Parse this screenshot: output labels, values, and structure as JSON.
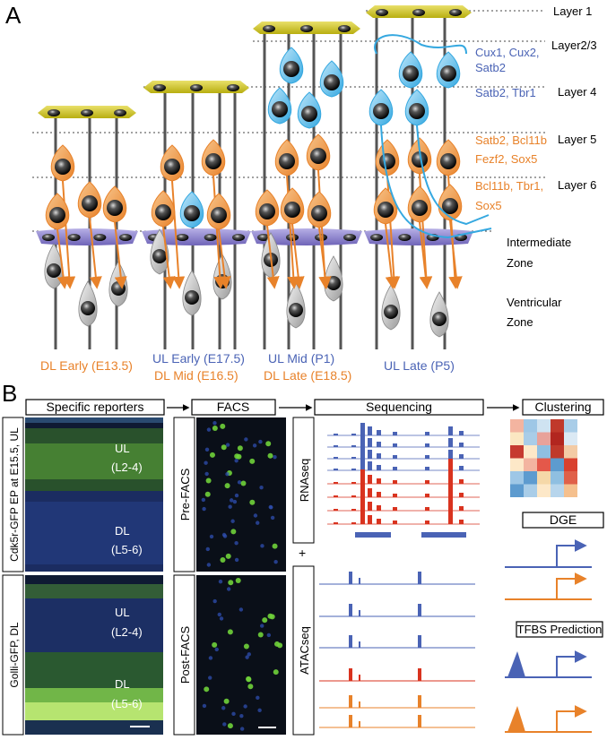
{
  "panel_a": {
    "panel_letter": "A",
    "layers": [
      "Layer 1",
      "Layer2/3",
      "Layer 4",
      "Layer 5",
      "Layer 6"
    ],
    "markers": {
      "l23": [
        "Cux1, Cux2,",
        "Satb2"
      ],
      "l4": [
        "Satb2, Tbr1"
      ],
      "l5": [
        "Satb2, Bcl11b",
        "Fezf2, Sox5"
      ],
      "l6": [
        "Bcl11b, Tbr1,",
        "Sox5"
      ]
    },
    "zones": {
      "intermediate": [
        "Intermediate",
        "Zone"
      ],
      "ventricular": [
        "Ventricular",
        "Zone"
      ]
    },
    "stages": {
      "dl_early": "DL Early (E13.5)",
      "ul_early": "UL Early (E17.5)",
      "dl_mid": "DL Mid (E16.5)",
      "ul_mid": "UL Mid (P1)",
      "dl_late": "DL Late (E18.5)",
      "ul_late": "UL Late (P5)"
    }
  },
  "panel_b": {
    "panel_letter": "B",
    "headers": {
      "reporters": "Specific reporters",
      "facs": "FACS",
      "sequencing": "Sequencing",
      "clustering": "Clustering",
      "dge": "DGE",
      "tfbs": "TFBS Prediction"
    },
    "side_labels": {
      "cdk5r": "Cdk5r-GFP EP at E15.5, UL",
      "golli": "Golli-GFP, DL",
      "prefacs": "Pre-FACS",
      "postfacs": "Post-FACS",
      "rnaseq": "RNAseq",
      "plus": "+",
      "atacseq": "ATACseq"
    },
    "image_labels": {
      "top_ul": [
        "UL",
        "(L2-4)"
      ],
      "top_dl": [
        "DL",
        "(L5-6)"
      ],
      "bot_ul": [
        "UL",
        "(L2-4)"
      ],
      "bot_dl": [
        "DL",
        "(L5-6)"
      ]
    }
  },
  "colors": {
    "orange": "#e8822a",
    "blue": "#4a63b5",
    "cyan": "#35a8e0",
    "purple": "#8a7fc8",
    "yellow": "#c9c21a",
    "red": "#d9331f",
    "green": "#6fd13a"
  }
}
